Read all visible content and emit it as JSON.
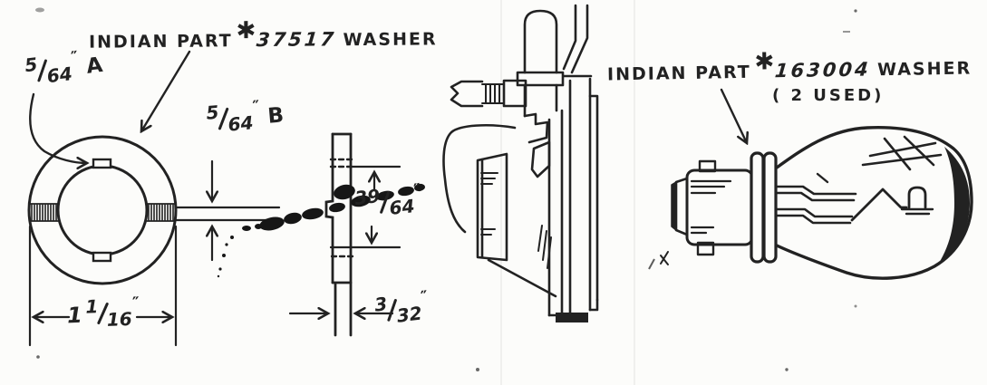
{
  "colors": {
    "paper": "#fcfcfa",
    "ink": "#222222"
  },
  "annotations": {
    "left_part_label": {
      "prefix": "INDIAN PART",
      "star": "✱",
      "number": "37517",
      "suffix": "WASHER"
    },
    "right_part_label": {
      "prefix": "INDIAN PART",
      "star": "✱",
      "number": "163004",
      "suffix": "WASHER",
      "note": "( 2 USED)"
    }
  },
  "dimensions": {
    "tab_width_a": {
      "num": "5",
      "den": "64",
      "unit": "″",
      "tag": "A"
    },
    "slot_width_b": {
      "num": "5",
      "den": "64",
      "unit": "″",
      "tag": "B"
    },
    "bore_diameter": {
      "num": "39",
      "den": "64",
      "unit": "″"
    },
    "outside_diameter": {
      "whole": "1",
      "num": "1",
      "den": "16",
      "unit": "″"
    },
    "thickness": {
      "num": "3",
      "den": "32",
      "unit": "″"
    }
  }
}
